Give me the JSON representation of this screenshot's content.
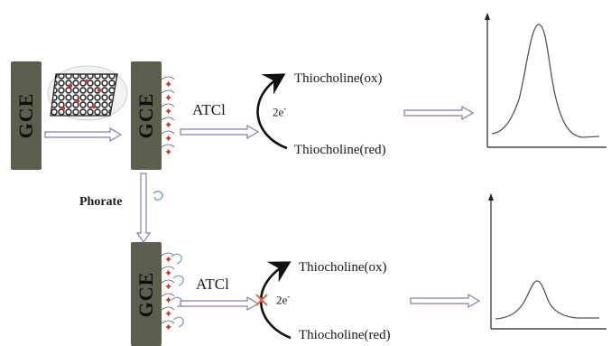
{
  "electrode_label": "GCE",
  "reagent_label": "ATCl",
  "pesticide_label": "Phorate",
  "electron_label": "2e",
  "electron_superscript": "-",
  "product_ox": "Thiocholine(ox)",
  "product_red": "Thiocholine(red)",
  "colors": {
    "electrode": "#5e5e4f",
    "arrow_outline": "#8a78b8",
    "enzyme_star": "#c0392b",
    "pesticide_blue": "#7fa8d8",
    "inhibition_mark": "#e07050"
  }
}
